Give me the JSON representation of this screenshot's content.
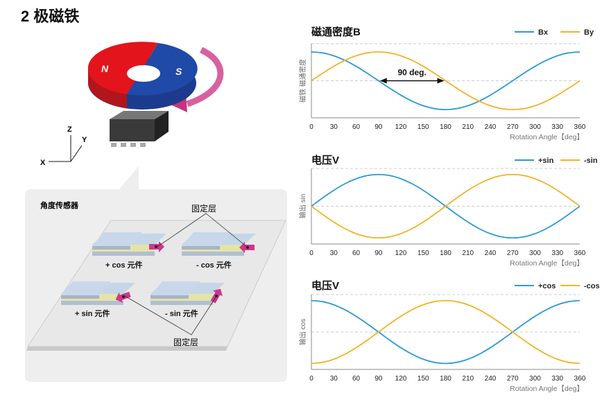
{
  "title": "2 极磁铁",
  "magnet": {
    "north": "N",
    "south": "S"
  },
  "axes3d": {
    "z": "Z",
    "y": "Y",
    "x": "X"
  },
  "sensor": {
    "title": "角度传感器",
    "pinned_layer": "固定层",
    "elements": [
      "+ cos 元件",
      "- cos 元件",
      "+ sin 元件",
      "- sin 元件"
    ]
  },
  "colors": {
    "blue": "#2a9ad6",
    "orange": "#f4b324"
  },
  "chart_data": [
    {
      "type": "line",
      "title": "磁通密度B",
      "ylabel": "磁铁 磁通密度",
      "xlabel": "Rotation Angle【deg】",
      "annotation": "90 deg.",
      "x": [
        0,
        15,
        30,
        45,
        60,
        75,
        90,
        105,
        120,
        135,
        150,
        165,
        180,
        195,
        210,
        225,
        240,
        255,
        270,
        285,
        300,
        315,
        330,
        345,
        360
      ],
      "xticks": [
        "0",
        "30",
        "60",
        "90",
        "120",
        "150",
        "180",
        "210",
        "240",
        "270",
        "300",
        "330",
        "360"
      ],
      "ylim": [
        -1.35,
        1.35
      ],
      "series": [
        {
          "name": "Bx",
          "color": "#2a9ad6",
          "values": [
            1,
            0.966,
            0.866,
            0.707,
            0.5,
            0.259,
            0,
            -0.259,
            -0.5,
            -0.707,
            -0.866,
            -0.966,
            -1,
            -0.966,
            -0.866,
            -0.707,
            -0.5,
            -0.259,
            0,
            0.259,
            0.5,
            0.707,
            0.866,
            0.966,
            1
          ]
        },
        {
          "name": "By",
          "color": "#f4b324",
          "values": [
            0,
            0.259,
            0.5,
            0.707,
            0.866,
            0.966,
            1,
            0.966,
            0.866,
            0.707,
            0.5,
            0.259,
            0,
            -0.259,
            -0.5,
            -0.707,
            -0.866,
            -0.966,
            -1,
            -0.966,
            -0.866,
            -0.707,
            -0.5,
            -0.259,
            0
          ]
        }
      ]
    },
    {
      "type": "line",
      "title": "电压V",
      "ylabel": "输出 sin",
      "xlabel": "Rotation Angle【deg】",
      "x": [
        0,
        15,
        30,
        45,
        60,
        75,
        90,
        105,
        120,
        135,
        150,
        165,
        180,
        195,
        210,
        225,
        240,
        255,
        270,
        285,
        300,
        315,
        330,
        345,
        360
      ],
      "xticks": [
        "0",
        "30",
        "60",
        "90",
        "120",
        "150",
        "180",
        "210",
        "240",
        "270",
        "300",
        "330",
        "360"
      ],
      "ylim": [
        -1.25,
        1.25
      ],
      "series": [
        {
          "name": "+sin",
          "color": "#2a9ad6",
          "values": [
            0,
            0.259,
            0.5,
            0.707,
            0.866,
            0.966,
            1,
            0.966,
            0.866,
            0.707,
            0.5,
            0.259,
            0,
            -0.259,
            -0.5,
            -0.707,
            -0.866,
            -0.966,
            -1,
            -0.966,
            -0.866,
            -0.707,
            -0.5,
            -0.259,
            0
          ]
        },
        {
          "name": "-sin",
          "color": "#f4b324",
          "values": [
            0,
            -0.259,
            -0.5,
            -0.707,
            -0.866,
            -0.966,
            -1,
            -0.966,
            -0.866,
            -0.707,
            -0.5,
            -0.259,
            0,
            0.259,
            0.5,
            0.707,
            0.866,
            0.966,
            1,
            0.966,
            0.866,
            0.707,
            0.5,
            0.259,
            0
          ]
        }
      ]
    },
    {
      "type": "line",
      "title": "电压V",
      "ylabel": "输出 cos",
      "xlabel": "Rotation Angle【deg】",
      "x": [
        0,
        15,
        30,
        45,
        60,
        75,
        90,
        105,
        120,
        135,
        150,
        165,
        180,
        195,
        210,
        225,
        240,
        255,
        270,
        285,
        300,
        315,
        330,
        345,
        360
      ],
      "xticks": [
        "0",
        "30",
        "60",
        "90",
        "120",
        "150",
        "180",
        "210",
        "240",
        "270",
        "300",
        "330",
        "360"
      ],
      "ylim": [
        -1.25,
        1.25
      ],
      "series": [
        {
          "name": "+cos",
          "color": "#2a9ad6",
          "values": [
            1,
            0.966,
            0.866,
            0.707,
            0.5,
            0.259,
            0,
            -0.259,
            -0.5,
            -0.707,
            -0.866,
            -0.966,
            -1,
            -0.966,
            -0.866,
            -0.707,
            -0.5,
            -0.259,
            0,
            0.259,
            0.5,
            0.707,
            0.866,
            0.966,
            1
          ]
        },
        {
          "name": "-cos",
          "color": "#f4b324",
          "values": [
            -1,
            -0.966,
            -0.866,
            -0.707,
            -0.5,
            -0.259,
            0,
            0.259,
            0.5,
            0.707,
            0.866,
            0.966,
            1,
            0.966,
            0.866,
            0.707,
            0.5,
            0.259,
            0,
            -0.259,
            -0.5,
            -0.707,
            -0.866,
            -0.966,
            -1
          ]
        }
      ]
    }
  ]
}
